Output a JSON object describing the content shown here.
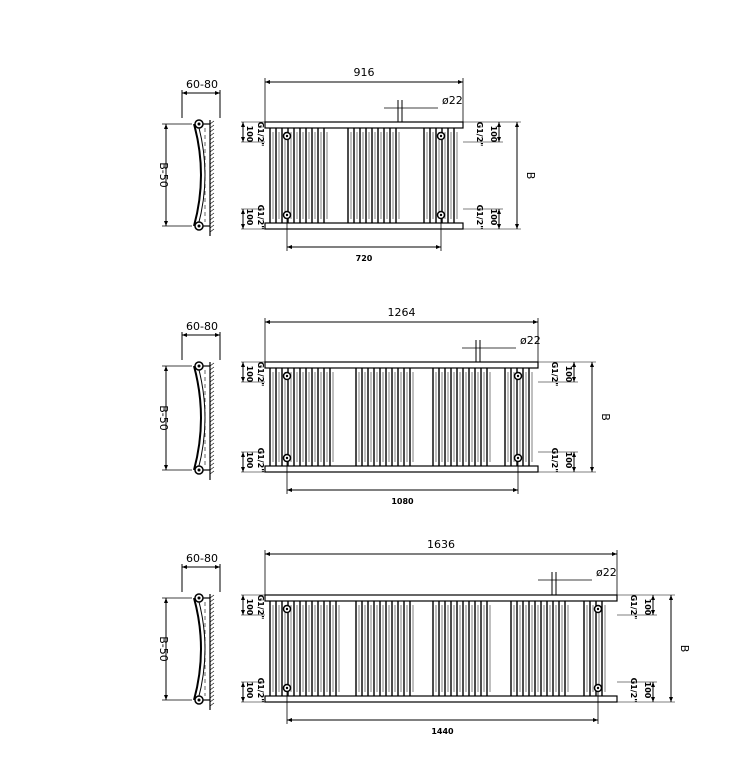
{
  "units": {
    "top": {
      "overall_width": "916",
      "pipe_dia": "ø22",
      "bracket_depth": "60-80",
      "side_height": "B-50",
      "height": "B",
      "centres": "720",
      "edge_top_left": "100",
      "edge_bottom_left": "100",
      "edge_top_right": "100",
      "edge_bottom_right": "100",
      "thread_tl": "G1/2\"",
      "thread_bl": "G1/2\"",
      "thread_tr": "G1/2\"",
      "thread_br": "G1/2\""
    },
    "middle": {
      "overall_width": "1264",
      "pipe_dia": "ø22",
      "bracket_depth": "60-80",
      "side_height": "B-50",
      "height": "B",
      "centres": "1080",
      "edge_top_left": "100",
      "edge_bottom_left": "100",
      "edge_top_right": "100",
      "edge_bottom_right": "100",
      "thread_tl": "G1/2\"",
      "thread_bl": "G1/2\"",
      "thread_tr": "G1/2\"",
      "thread_br": "G1/2\""
    },
    "bottom": {
      "overall_width": "1636",
      "pipe_dia": "ø22",
      "bracket_depth": "60-80",
      "side_height": "B-50",
      "height": "B",
      "centres": "1440",
      "edge_top_left": "100",
      "edge_bottom_left": "100",
      "edge_top_right": "100",
      "edge_bottom_right": "100",
      "thread_tl": "G1/2\"",
      "thread_bl": "G1/2\"",
      "thread_tr": "G1/2\"",
      "thread_br": "G1/2\""
    }
  }
}
